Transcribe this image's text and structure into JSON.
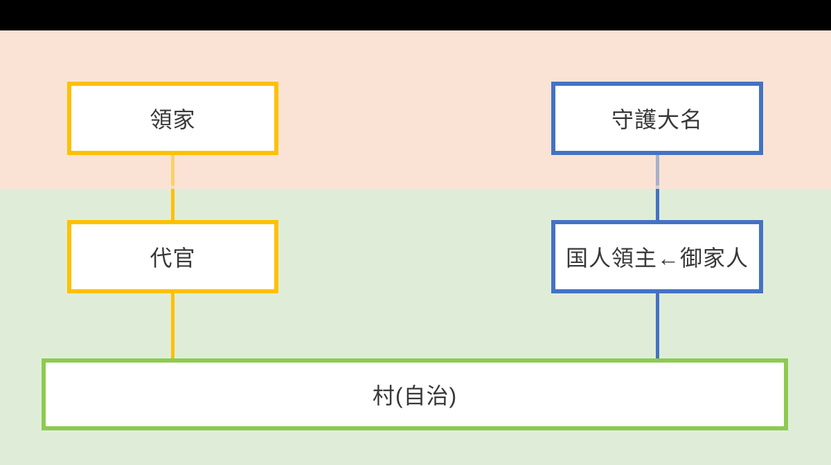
{
  "diagram_type": "hierarchy",
  "boxes": [
    {
      "id": "ryoke",
      "label": "領家",
      "border_color": "#FFC000"
    },
    {
      "id": "shugo",
      "label": "守護大名",
      "border_color": "#4472C4"
    },
    {
      "id": "daikan",
      "label": "代官",
      "border_color": "#FFC000"
    },
    {
      "id": "kokujin",
      "label": "国人領主←御家人",
      "border_color": "#4472C4"
    },
    {
      "id": "mura",
      "label": "村(自治)",
      "border_color": "#8DCB50"
    }
  ],
  "relations": [
    {
      "from": "領家",
      "to": "代官"
    },
    {
      "from": "代官",
      "to": "村(自治)"
    },
    {
      "from": "守護大名",
      "to": "国人領主←御家人"
    },
    {
      "from": "国人領主←御家人",
      "to": "村(自治)"
    }
  ],
  "colors": {
    "letterbox": "#000000",
    "upper_band": "#FAE3D5",
    "lower_band": "#DFEDD8",
    "yellow_accent": "#FFC000",
    "blue_accent": "#4472C4",
    "green_accent": "#8DCB50",
    "text": "#383838"
  }
}
